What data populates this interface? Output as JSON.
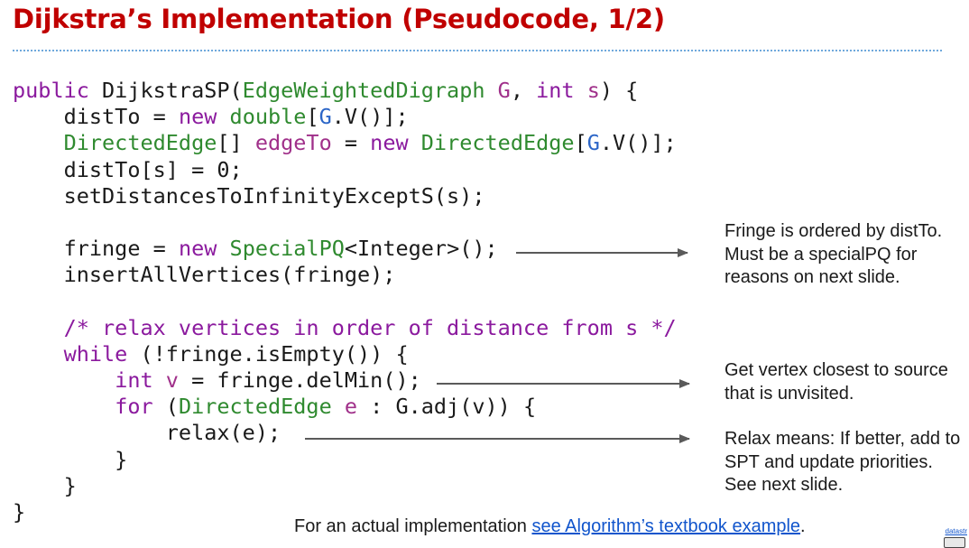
{
  "slide": {
    "title": "Dijkstra’s Implementation (Pseudocode, 1/2)"
  },
  "code": {
    "l1": {
      "kw": "public",
      "name": " DijkstraSP(",
      "type": "EdgeWeightedDigraph",
      "p1": " ",
      "g": "G",
      "p2": ", ",
      "int": "int",
      "p3": " ",
      "s": "s",
      "p4": ") {"
    },
    "l2": {
      "a": "    distTo = ",
      "new": "new",
      "sp": " ",
      "type": "double",
      "b": "[",
      "g": "G",
      "c": ".V()];"
    },
    "l3": {
      "type1": "    DirectedEdge",
      "a": "[] ",
      "v": "edgeTo",
      "b": " = ",
      "new": "new",
      "sp": " ",
      "type2": "DirectedEdge",
      "c": "[",
      "g": "G",
      "d": ".V()];"
    },
    "l4": {
      "a": "    distTo[s] = 0;"
    },
    "l5": {
      "a": "    setDistancesToInfinityExceptS(s);"
    },
    "l6": {
      "a": ""
    },
    "l7": {
      "a": "    fringe = ",
      "new": "new",
      "sp": " ",
      "type": "SpecialPQ",
      "b": "<Integer>();"
    },
    "l8": {
      "a": "    insertAllVertices(fringe);"
    },
    "l9": {
      "a": ""
    },
    "l10": {
      "comment": "    /* relax vertices in order of distance from s */"
    },
    "l11": {
      "ind": "    ",
      "kw": "while",
      "a": " (!fringe.isEmpty()) {"
    },
    "l12": {
      "ind": "        ",
      "kw": "int",
      "sp": " ",
      "v": "v",
      "a": " = fringe.delMin();"
    },
    "l13": {
      "ind": "        ",
      "kw": "for",
      "a": " (",
      "type": "DirectedEdge",
      "sp": " ",
      "e": "e",
      "b": " : G.adj(v)) {"
    },
    "l14": {
      "a": "            relax(e);"
    },
    "l15": {
      "a": "        }"
    },
    "l16": {
      "a": "    }"
    },
    "l17": {
      "a": "}"
    }
  },
  "notes": {
    "fringe": "Fringe is ordered by distTo. Must be a specialPQ for reasons on next slide.",
    "delmin": "Get vertex closest to source that is unvisited.",
    "relax": "Relax means: If better, add to SPT and update priorities. See next slide."
  },
  "footer": {
    "prefix": "For an actual implementation ",
    "link": "see Algorithm’s textbook example",
    "suffix": "."
  },
  "corner_link": "datastr"
}
